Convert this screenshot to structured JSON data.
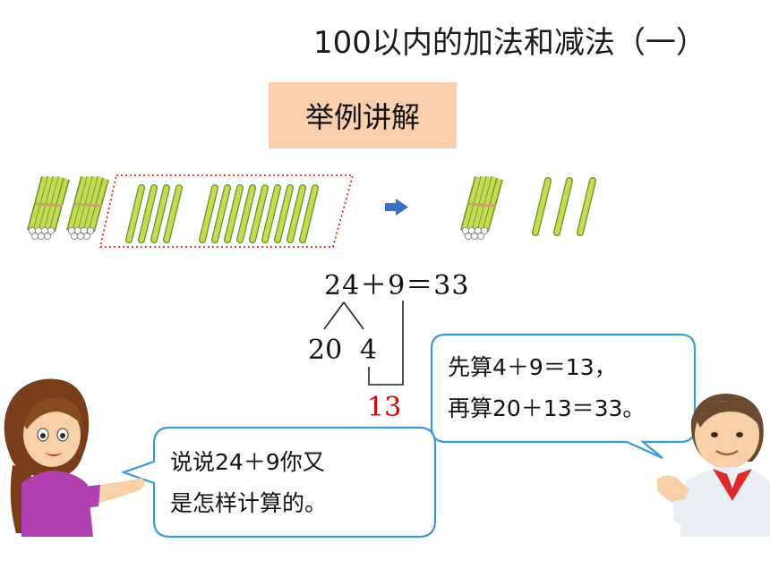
{
  "title": "100以内的加法和减法（一）",
  "badge": "举例讲解",
  "equation": "24＋9＝33",
  "split": {
    "tens": "20",
    "ones": "4",
    "partial_sum": "13"
  },
  "boy_bubble": {
    "line1": "先算4＋9＝13，",
    "line2": "再算20＋13＝33。"
  },
  "girl_bubble": {
    "line1": "说说24＋9你又",
    "line2": "是怎样计算的。"
  },
  "colors": {
    "badge_bg": "#f9cfae",
    "bubble_border": "#3a9ad9",
    "partial_sum": "#e00000",
    "stick": "#b5d14a",
    "arrow": "#3d6fc2",
    "dotted_box": "#e02020"
  },
  "icons": [
    "arrow-right-icon",
    "stick-bundle-icon",
    "stick-icon",
    "girl-figure",
    "boy-figure"
  ]
}
